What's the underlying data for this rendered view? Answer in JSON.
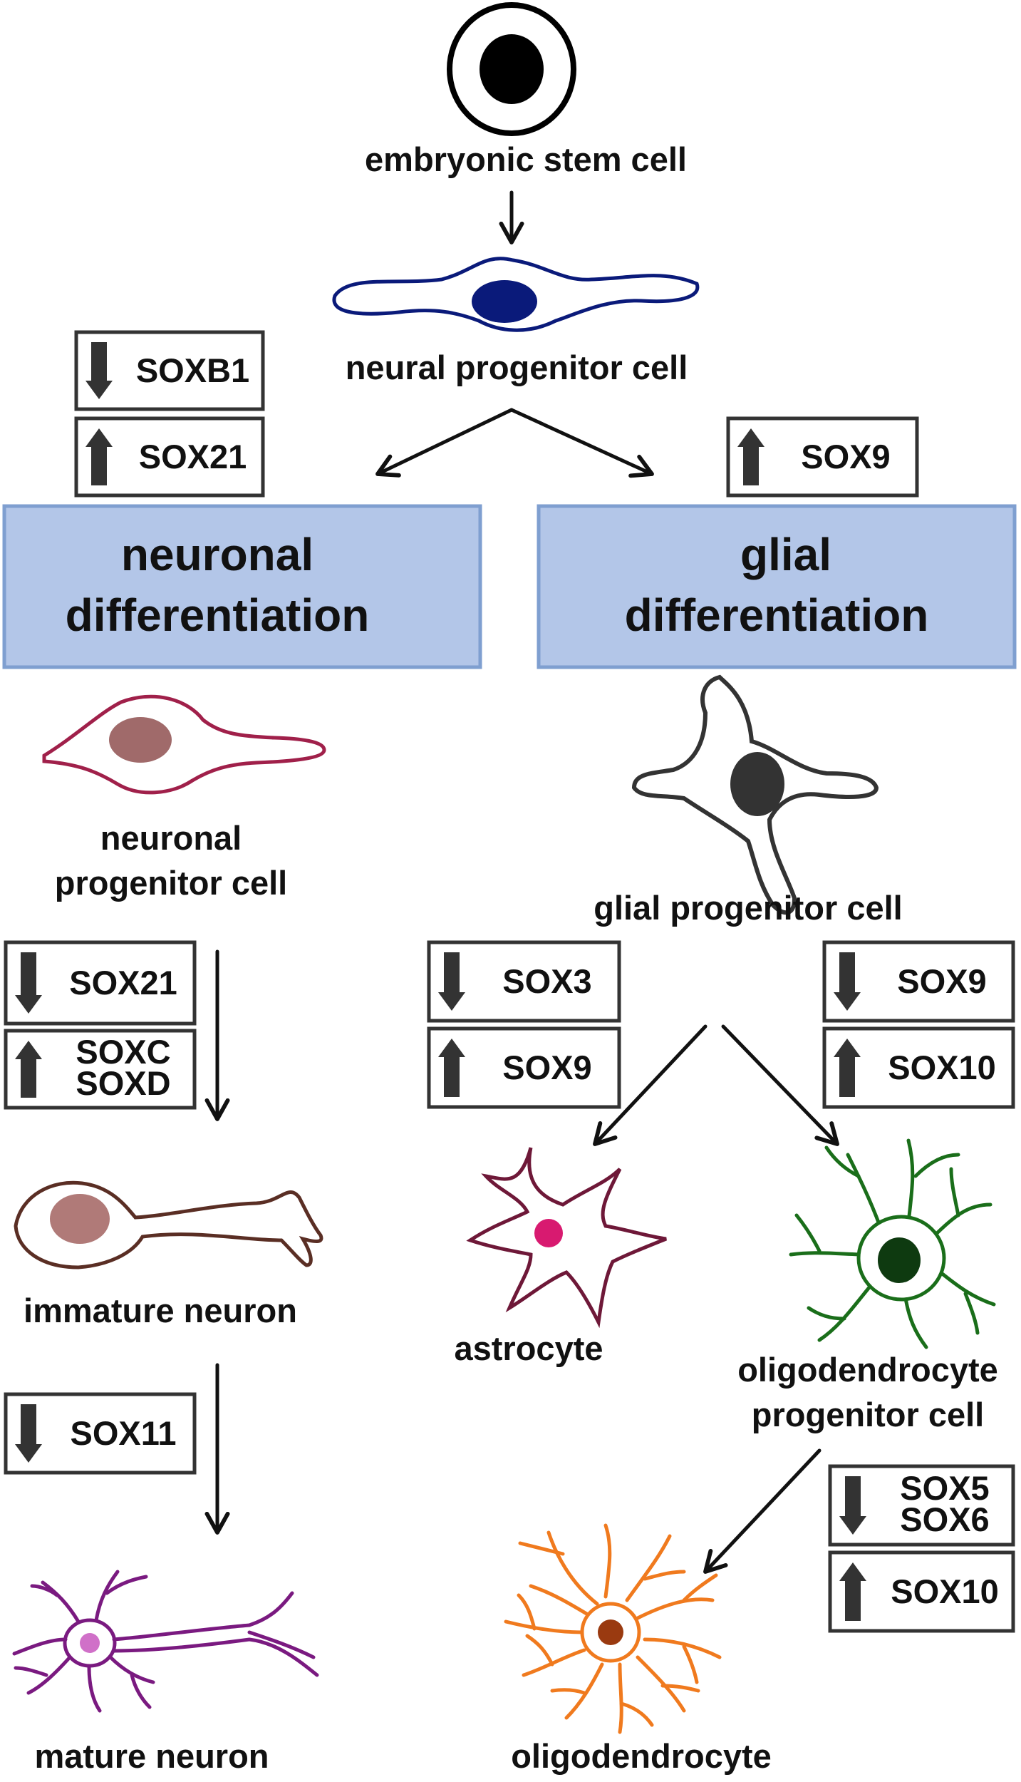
{
  "colors": {
    "stem": "#000000",
    "neural_progenitor": "#0a1a7a",
    "neuronal_progenitor": "#a0204a",
    "neuronal_nucleus": "#a06a6a",
    "immature_neuron": "#5a2e24",
    "immature_nucleus": "#b07a78",
    "mature_neuron": "#7a1a80",
    "mature_nucleus": "#d070c8",
    "glial_progenitor": "#333333",
    "astrocyte": "#6e1838",
    "astrocyte_nucleus": "#d81a70",
    "opc": "#1a6e1a",
    "opc_nucleus": "#0e3a10",
    "oligodendrocyte": "#f07a1e",
    "oligo_nucleus": "#9a3a10",
    "stage_box_fill": "#b3c6e8",
    "stage_box_border": "#7f9fd0",
    "arrow": "#111111",
    "regulation_arrow": "#333333"
  },
  "cells": {
    "embryonic_stem_cell": "embryonic stem cell",
    "neural_progenitor_cell": "neural progenitor cell",
    "neuronal_progenitor_cell": [
      "neuronal",
      "progenitor cell"
    ],
    "immature_neuron": "immature neuron",
    "mature_neuron": "mature neuron",
    "glial_progenitor_cell": "glial progenitor cell",
    "astrocyte": "astrocyte",
    "oligodendrocyte_progenitor_cell": [
      "oligodendrocyte",
      "progenitor cell"
    ],
    "oligodendrocyte": "oligodendrocyte"
  },
  "stages": {
    "neuronal": [
      "neuronal",
      "differentiation"
    ],
    "glial": [
      "glial",
      "differentiation"
    ]
  },
  "regulators": [
    {
      "id": "reg-neuronal-soxb1",
      "direction": "down",
      "genes": [
        "SOXB1"
      ]
    },
    {
      "id": "reg-neuronal-sox21",
      "direction": "up",
      "genes": [
        "SOX21"
      ]
    },
    {
      "id": "reg-glial-sox9",
      "direction": "up",
      "genes": [
        "SOX9"
      ]
    },
    {
      "id": "reg-immature-sox21",
      "direction": "down",
      "genes": [
        "SOX21"
      ]
    },
    {
      "id": "reg-immature-soxcd",
      "direction": "up",
      "genes": [
        "SOXC",
        "SOXD"
      ]
    },
    {
      "id": "reg-mature-sox11",
      "direction": "down",
      "genes": [
        "SOX11"
      ]
    },
    {
      "id": "reg-astro-sox3",
      "direction": "down",
      "genes": [
        "SOX3"
      ]
    },
    {
      "id": "reg-astro-sox9",
      "direction": "up",
      "genes": [
        "SOX9"
      ]
    },
    {
      "id": "reg-opc-sox9",
      "direction": "down",
      "genes": [
        "SOX9"
      ]
    },
    {
      "id": "reg-opc-sox10",
      "direction": "up",
      "genes": [
        "SOX10"
      ]
    },
    {
      "id": "reg-oligo-sox56",
      "direction": "down",
      "genes": [
        "SOX5",
        "SOX6"
      ]
    },
    {
      "id": "reg-oligo-sox10",
      "direction": "up",
      "genes": [
        "SOX10"
      ]
    }
  ]
}
